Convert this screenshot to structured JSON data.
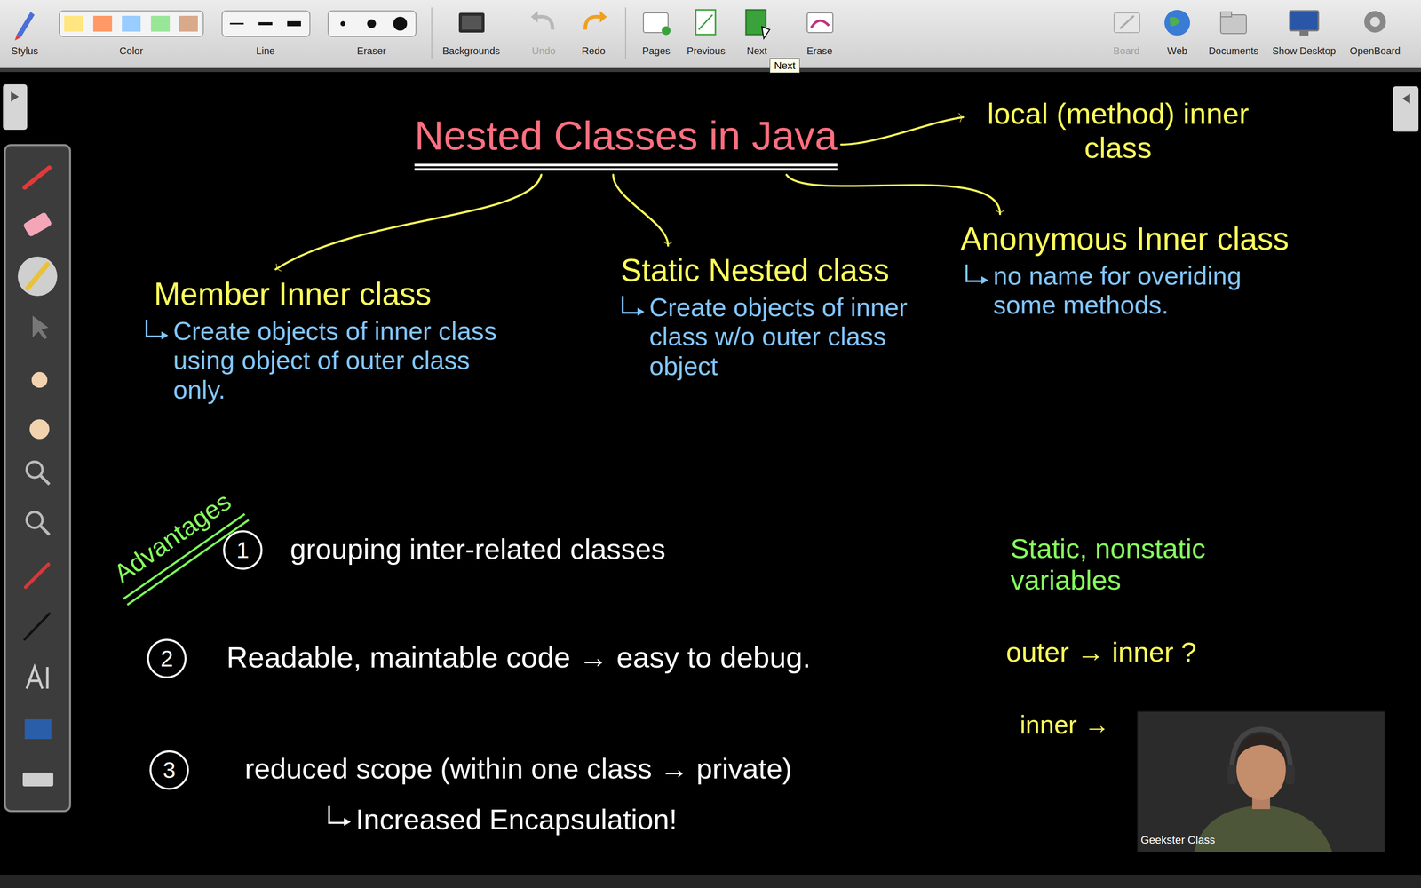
{
  "diagram": {
    "nodes": [
      {
        "text": [
          "Nested Classes in Java"
        ]
      },
      {
        "text": [
          "local (method) inner class"
        ]
      },
      {
        "text": [
          "Member Inner class",
          "Create objects of inner class using object of outer class only."
        ]
      },
      {
        "text": [
          "Static Nested class",
          "Create objects of inner class w/o outer class object"
        ]
      },
      {
        "text": [
          "Anonymous Inner class",
          "no name for overiding some methods."
        ]
      },
      {
        "text": [
          "1"
        ]
      },
      {
        "text": [
          "2"
        ]
      },
      {
        "text": [
          "3"
        ]
      }
    ],
    "edges": [
      {
        "from": 0,
        "to": 1,
        "arrow": "to"
      },
      {
        "from": 0,
        "to": 2,
        "arrow": "to"
      },
      {
        "from": 0,
        "to": 3,
        "arrow": "to"
      },
      {
        "from": 0,
        "to": 4,
        "arrow": "to"
      }
    ],
    "labels": [
      "Stylus",
      "Color",
      "Line",
      "Eraser",
      "Backgrounds",
      "Undo",
      "Redo",
      "Pages",
      "Previous",
      "Next",
      "Erase",
      "Board",
      "Web",
      "Documents",
      "Show Desktop",
      "OpenBoard",
      "Next",
      "Advantages",
      "grouping inter-related classes",
      "Readable, maintable code → easy to debug.",
      "reduced scope (within one class → private)",
      "Increased Encapsulation!",
      "Static, nonstatic variables",
      "outer → inner ?",
      "inner →",
      "Geekster Class"
    ]
  }
}
